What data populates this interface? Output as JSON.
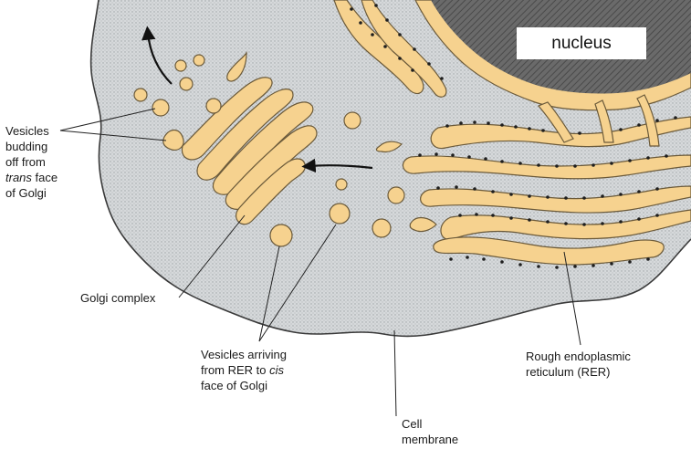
{
  "diagram": {
    "labels": {
      "nucleus": "nucleus",
      "vesicles_trans": [
        "Vesicles",
        "budding",
        "off from",
        "trans",
        " face",
        "of Golgi"
      ],
      "golgi_complex": "Golgi complex",
      "vesicles_cis": [
        "Vesicles arriving",
        "from RER to ",
        "cis",
        "face of Golgi"
      ],
      "rer": [
        "Rough endoplasmic",
        "reticulum (RER)"
      ],
      "cell_membrane": [
        "Cell",
        "membrane"
      ]
    },
    "colors": {
      "cytoplasm": "#cfd2d4",
      "organelle": "#f6d28f",
      "organelle_outline": "#6b5a3a",
      "nucleus": "#5e5e5e",
      "membrane": "#3a3a3a",
      "ribosome": "#1e1e1e"
    }
  }
}
